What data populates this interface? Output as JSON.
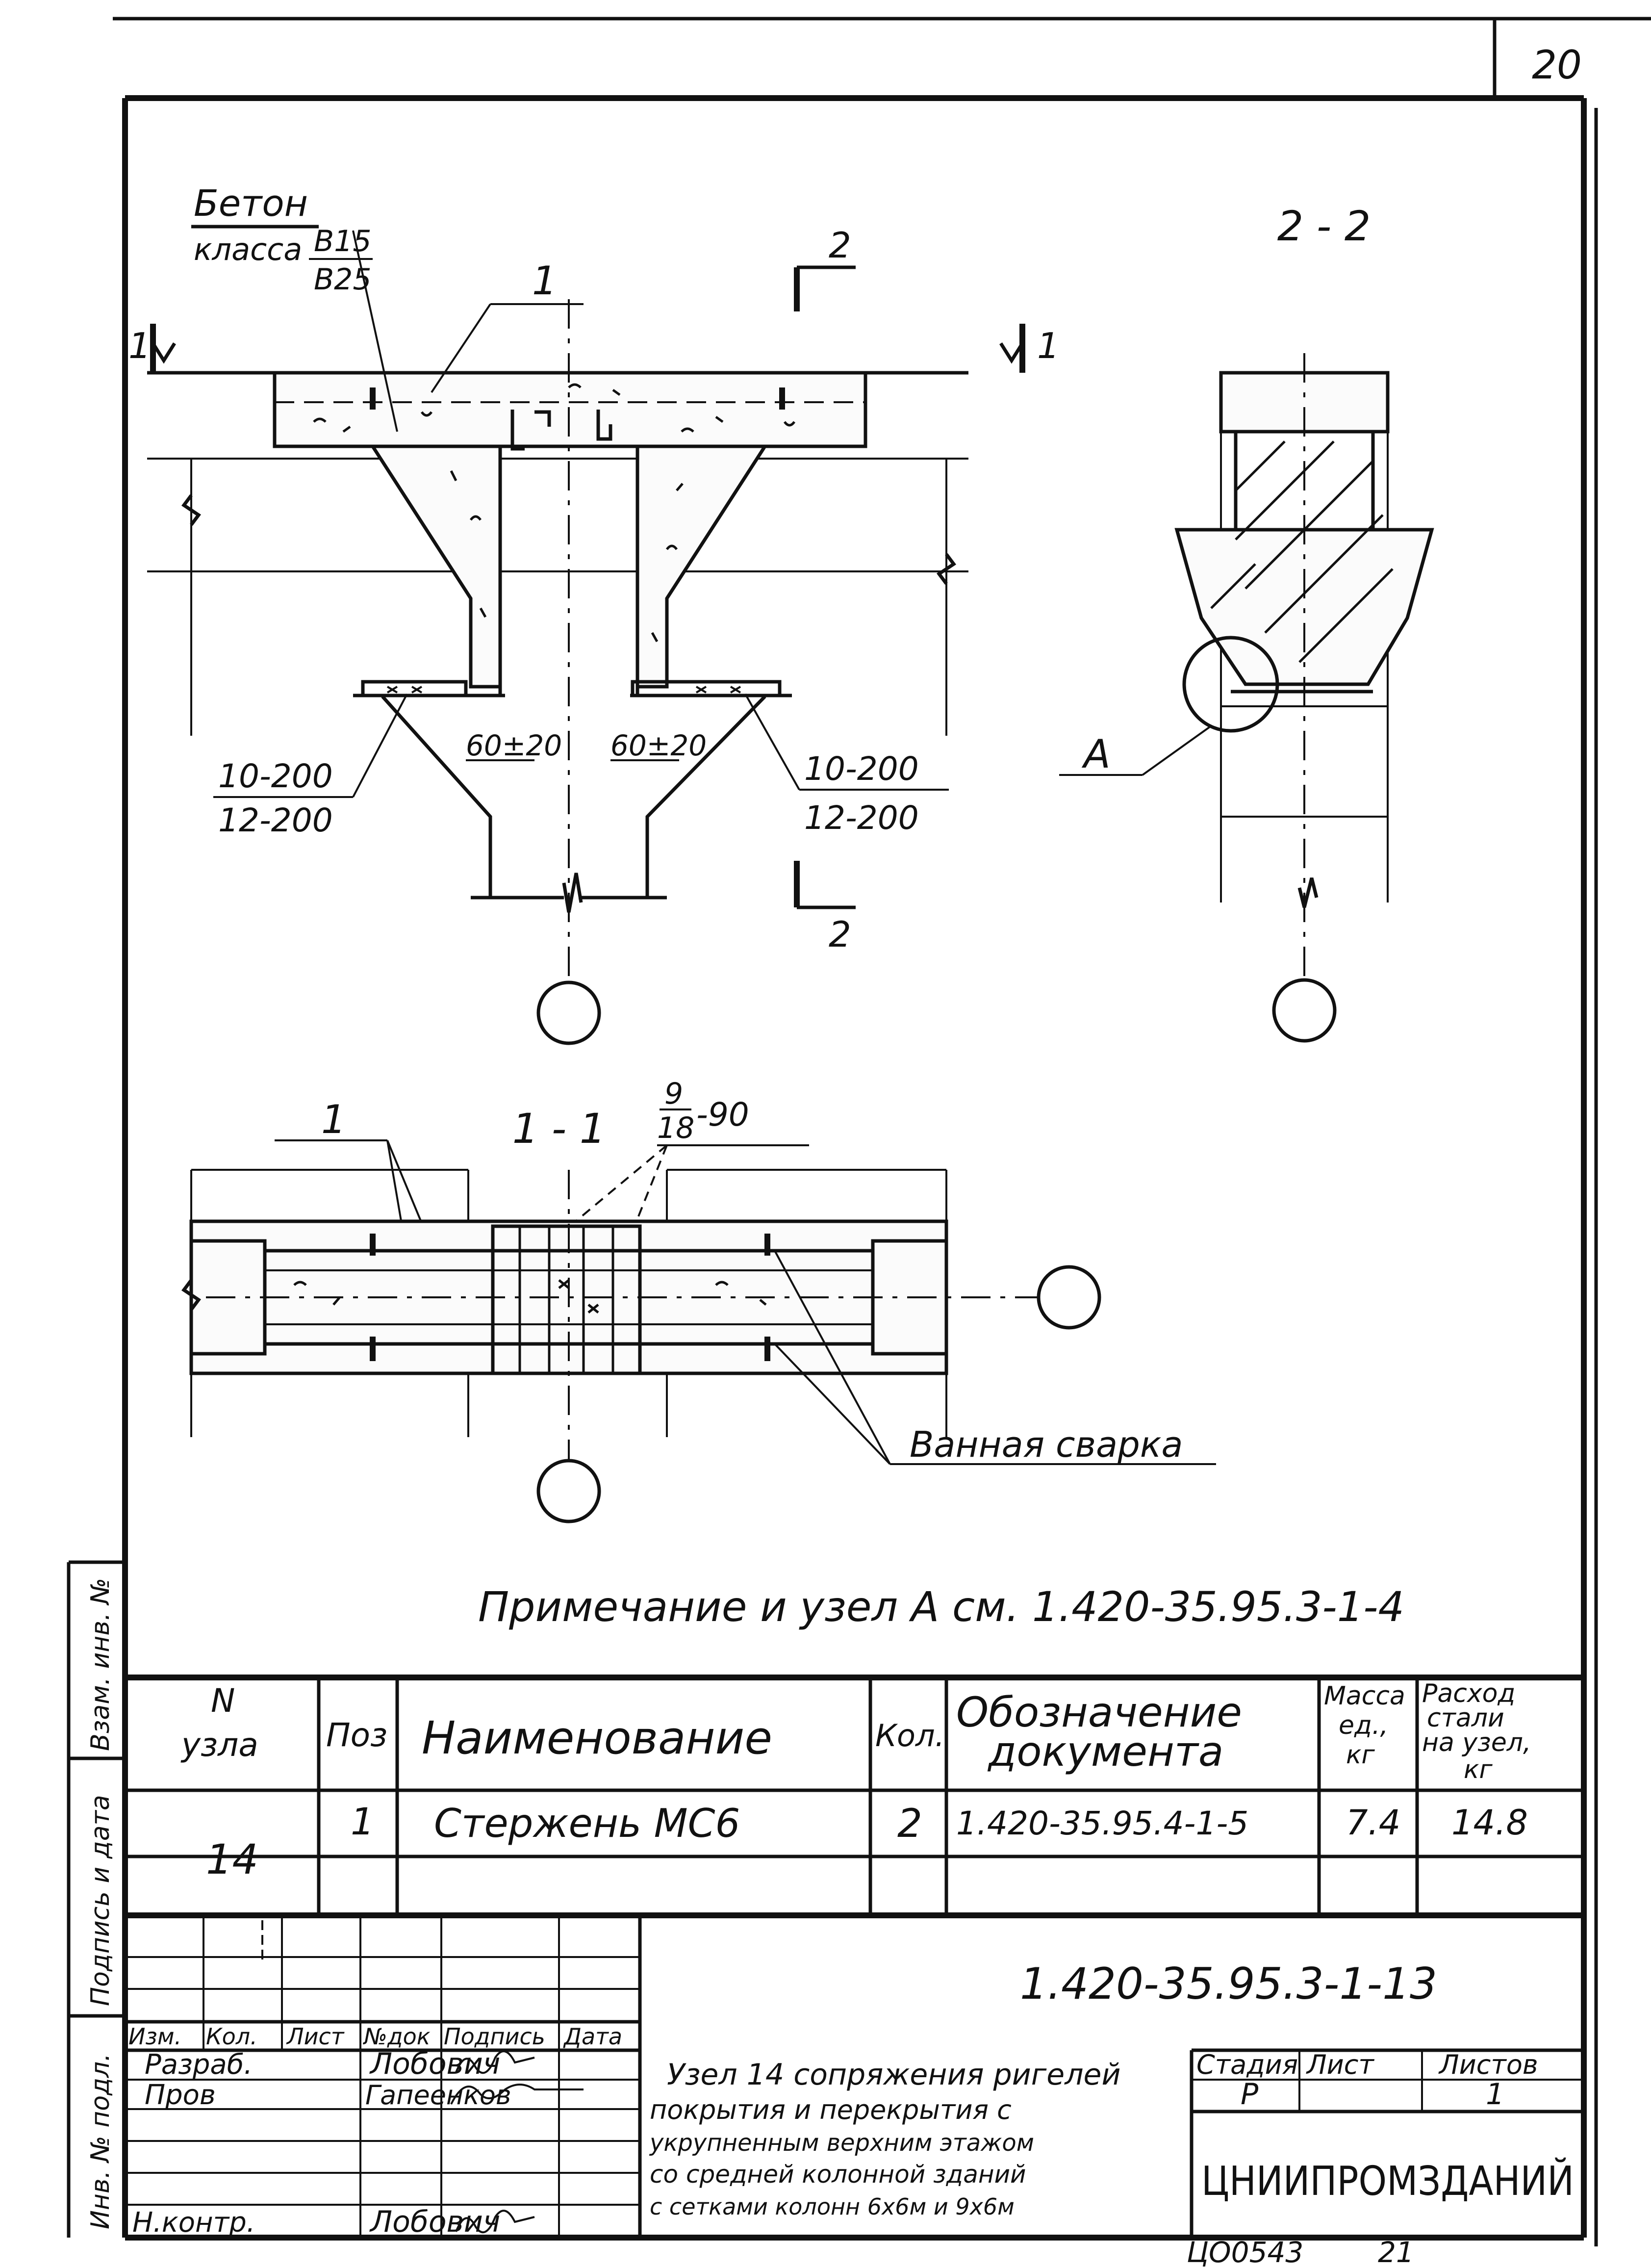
{
  "sheet": {
    "page_number": "20",
    "bottom_code": "ЦО0543",
    "bottom_num": "21"
  },
  "section_main": {
    "material_label_1": "Бетон",
    "material_label_2": "класса",
    "concrete_top": "B15",
    "concrete_bottom": "B25",
    "pos_1": "1",
    "cut_1_left": "1",
    "cut_1_right": "1",
    "cut_2_top": "2",
    "cut_2_bottom": "2",
    "dim_left": "60±20",
    "dim_right": "60±20",
    "mesh_left_top": "10-200",
    "mesh_left_bottom": "12-200",
    "mesh_right_top": "10-200",
    "mesh_right_bottom": "12-200"
  },
  "section_22": {
    "title": "2 - 2",
    "callout": "А"
  },
  "section_11": {
    "title": "1 - 1",
    "pos_1": "1",
    "clamp_top": "9",
    "clamp_bottom": "18",
    "clamp_suffix": "-90",
    "weld_label": "Ванная сварка"
  },
  "note": "Примечание и узел А см. 1.420-35.95.3-1-4",
  "side_stamp": {
    "inv": "Инв. № подл.",
    "sign": "Подпись и дата",
    "replace": "Взам. инв. №"
  },
  "spec_table": {
    "headers": {
      "node_1": "N",
      "node_2": "узла",
      "pos": "Поз",
      "name": "Наименование",
      "qty": "Кол.",
      "doc_1": "Обозначение",
      "doc_2": "документа",
      "mass_1": "Масса",
      "mass_2": "ед.,",
      "mass_3": "кг",
      "cons_1": "Расход",
      "cons_2": "стали",
      "cons_3": "на узел,",
      "cons_4": "кг"
    },
    "row": {
      "node": "14",
      "pos": "1",
      "name": "Стержень МС6",
      "qty": "2",
      "doc": "1.420-35.95.4-1-5",
      "mass": "7.4",
      "cons": "14.8"
    }
  },
  "title_block": {
    "designation": "1.420-35.95.3-1-13",
    "col_izm": "Изм.",
    "col_kol": "Кол.",
    "col_list": "Лист",
    "col_ndoc": "№док",
    "col_sign": "Подпись",
    "col_date": "Дата",
    "role_razrab": "Разраб.",
    "name_razrab": "Лобович",
    "role_prov": "Пров",
    "name_prov": "Гапеенков",
    "role_nkontr": "Н.контр.",
    "name_nkontr": "Лобович",
    "title_1": "Узел 14 сопряжения ригелей",
    "title_2": "покрытия и перекрытия с",
    "title_3": "укрупненным верхним этажом",
    "title_4": "со средней колонной зданий",
    "title_5": "с сетками колонн 6х6м и 9х6м",
    "stage_label": "Стадия",
    "sheet_label": "Лист",
    "sheets_label": "Листов",
    "stage": "Р",
    "sheet_no": "",
    "sheets_total": "1",
    "org": "ЦНИИПРОМЗДАНИЙ"
  }
}
